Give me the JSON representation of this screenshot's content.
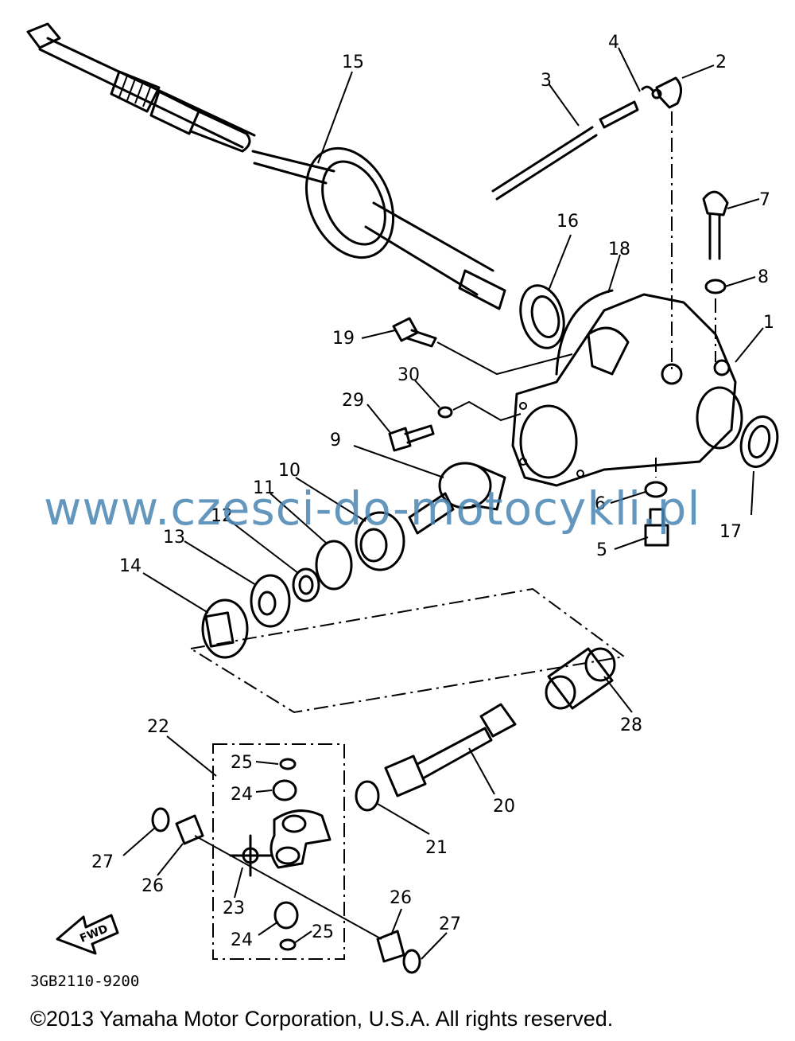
{
  "diagram": {
    "parts": [
      {
        "num": "15"
      },
      {
        "num": "3"
      },
      {
        "num": "4"
      },
      {
        "num": "2"
      },
      {
        "num": "7"
      },
      {
        "num": "8"
      },
      {
        "num": "16"
      },
      {
        "num": "18"
      },
      {
        "num": "1"
      },
      {
        "num": "19"
      },
      {
        "num": "30"
      },
      {
        "num": "29"
      },
      {
        "num": "9"
      },
      {
        "num": "10"
      },
      {
        "num": "11"
      },
      {
        "num": "12"
      },
      {
        "num": "13"
      },
      {
        "num": "14"
      },
      {
        "num": "6"
      },
      {
        "num": "5"
      },
      {
        "num": "17"
      },
      {
        "num": "28"
      },
      {
        "num": "22"
      },
      {
        "num": "25"
      },
      {
        "num": "24"
      },
      {
        "num": "20"
      },
      {
        "num": "21"
      },
      {
        "num": "27"
      },
      {
        "num": "26"
      },
      {
        "num": "23"
      },
      {
        "num": "24"
      },
      {
        "num": "25"
      },
      {
        "num": "26"
      },
      {
        "num": "27"
      }
    ],
    "fwd_label": "FWD"
  },
  "watermark": "www.czesci-do-motocykli.pl",
  "diagram_code": "3GB2110-9200",
  "copyright": "©2013 Yamaha Motor Corporation, U.S.A. All rights reserved."
}
